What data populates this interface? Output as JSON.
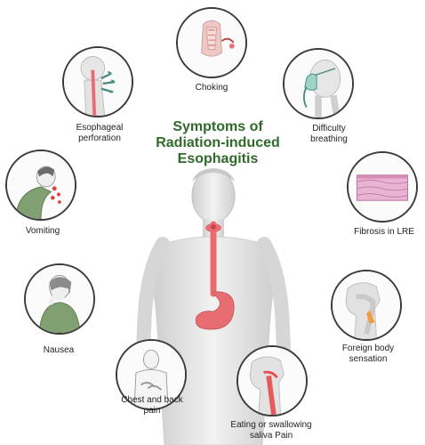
{
  "title": {
    "line1": "Symptoms of",
    "line2": "Radiation-induced",
    "line3": "Esophagitis"
  },
  "symptoms": [
    {
      "lines": [
        "Choking"
      ],
      "icon": "choking-throat-icon"
    },
    {
      "lines": [
        "Difficulty",
        "breathing"
      ],
      "icon": "oxygen-mask-breathing-icon"
    },
    {
      "lines": [
        "Fibrosis in LRE"
      ],
      "icon": "tissue-fibrosis-icon"
    },
    {
      "lines": [
        "Foreign body",
        "sensation"
      ],
      "icon": "foreign-body-throat-icon"
    },
    {
      "lines": [
        "Eating or swallowing",
        "saliva Pain"
      ],
      "icon": "swallowing-pain-icon"
    },
    {
      "lines": [
        "Chest and back",
        "pain"
      ],
      "icon": "chest-pain-icon"
    },
    {
      "lines": [
        "Nausea"
      ],
      "icon": "nausea-person-icon"
    },
    {
      "lines": [
        "Vomiting"
      ],
      "icon": "vomiting-person-icon"
    },
    {
      "lines": [
        "Esophageal",
        "perforation"
      ],
      "icon": "esophageal-perforation-icon"
    }
  ],
  "colors": {
    "title": "#2f6a2a",
    "ring": "#3b3b3b",
    "body": "#d8d8d8",
    "organ": "#e86d73",
    "accent_green": "#6d8f62"
  }
}
